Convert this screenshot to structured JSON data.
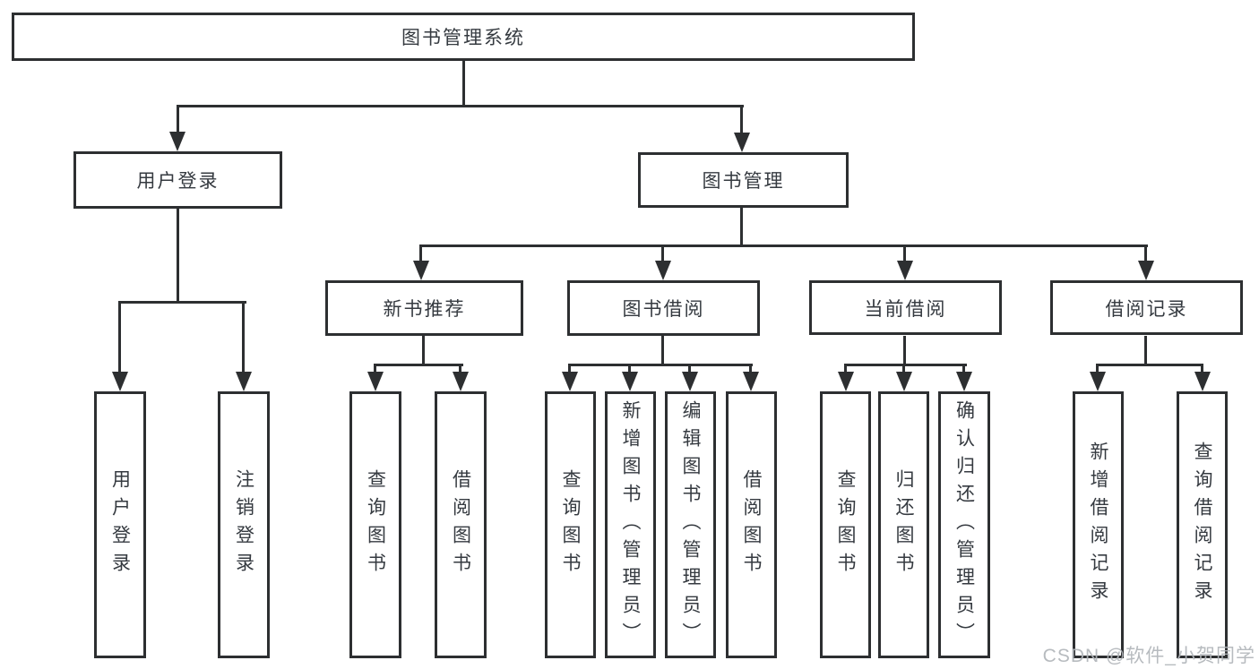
{
  "diagram_title": "图书管理系统",
  "watermark": {
    "text": "CSDN @软件_小贺同学"
  },
  "colors": {
    "line": "#2d2f31",
    "text": "#353a40",
    "watermark": "#b1b5ba",
    "background": "#ffffff"
  },
  "nodes": [
    {
      "id": "root",
      "label": "图书管理系统",
      "level": 1,
      "parent": null
    },
    {
      "id": "user-login",
      "label": "用户登录",
      "level": 2,
      "parent": "root"
    },
    {
      "id": "book-mgmt",
      "label": "图书管理",
      "level": 2,
      "parent": "root"
    },
    {
      "id": "new-book-rec",
      "label": "新书推荐",
      "level": 3,
      "parent": "book-mgmt"
    },
    {
      "id": "book-borrow",
      "label": "图书借阅",
      "level": 3,
      "parent": "book-mgmt"
    },
    {
      "id": "current-borrow",
      "label": "当前借阅",
      "level": 3,
      "parent": "book-mgmt"
    },
    {
      "id": "borrow-records",
      "label": "借阅记录",
      "level": 3,
      "parent": "book-mgmt"
    },
    {
      "id": "ul-user-login",
      "label": "用户登录",
      "level": 4,
      "parent": "user-login"
    },
    {
      "id": "ul-logout",
      "label": "注销登录",
      "level": 4,
      "parent": "user-login"
    },
    {
      "id": "nbr-query-books",
      "label": "查询图书",
      "level": 4,
      "parent": "new-book-rec"
    },
    {
      "id": "nbr-borrow-books",
      "label": "借阅图书",
      "level": 4,
      "parent": "new-book-rec"
    },
    {
      "id": "bb-query-books",
      "label": "查询图书",
      "level": 4,
      "parent": "book-borrow"
    },
    {
      "id": "bb-add-books-admin",
      "label": "新增图书（管理员）",
      "level": 4,
      "parent": "book-borrow"
    },
    {
      "id": "bb-edit-books-admin",
      "label": "编辑图书（管理员）",
      "level": 4,
      "parent": "book-borrow"
    },
    {
      "id": "bb-borrow-books",
      "label": "借阅图书",
      "level": 4,
      "parent": "book-borrow"
    },
    {
      "id": "cb-query-books",
      "label": "查询图书",
      "level": 4,
      "parent": "current-borrow"
    },
    {
      "id": "cb-return-books",
      "label": "归还图书",
      "level": 4,
      "parent": "current-borrow"
    },
    {
      "id": "cb-confirm-return-admin",
      "label": "确认归还（管理员）",
      "level": 4,
      "parent": "current-borrow"
    },
    {
      "id": "br-add-record",
      "label": "新增借阅记录",
      "level": 4,
      "parent": "borrow-records"
    },
    {
      "id": "br-query-record",
      "label": "查询借阅记录",
      "level": 4,
      "parent": "borrow-records"
    }
  ]
}
